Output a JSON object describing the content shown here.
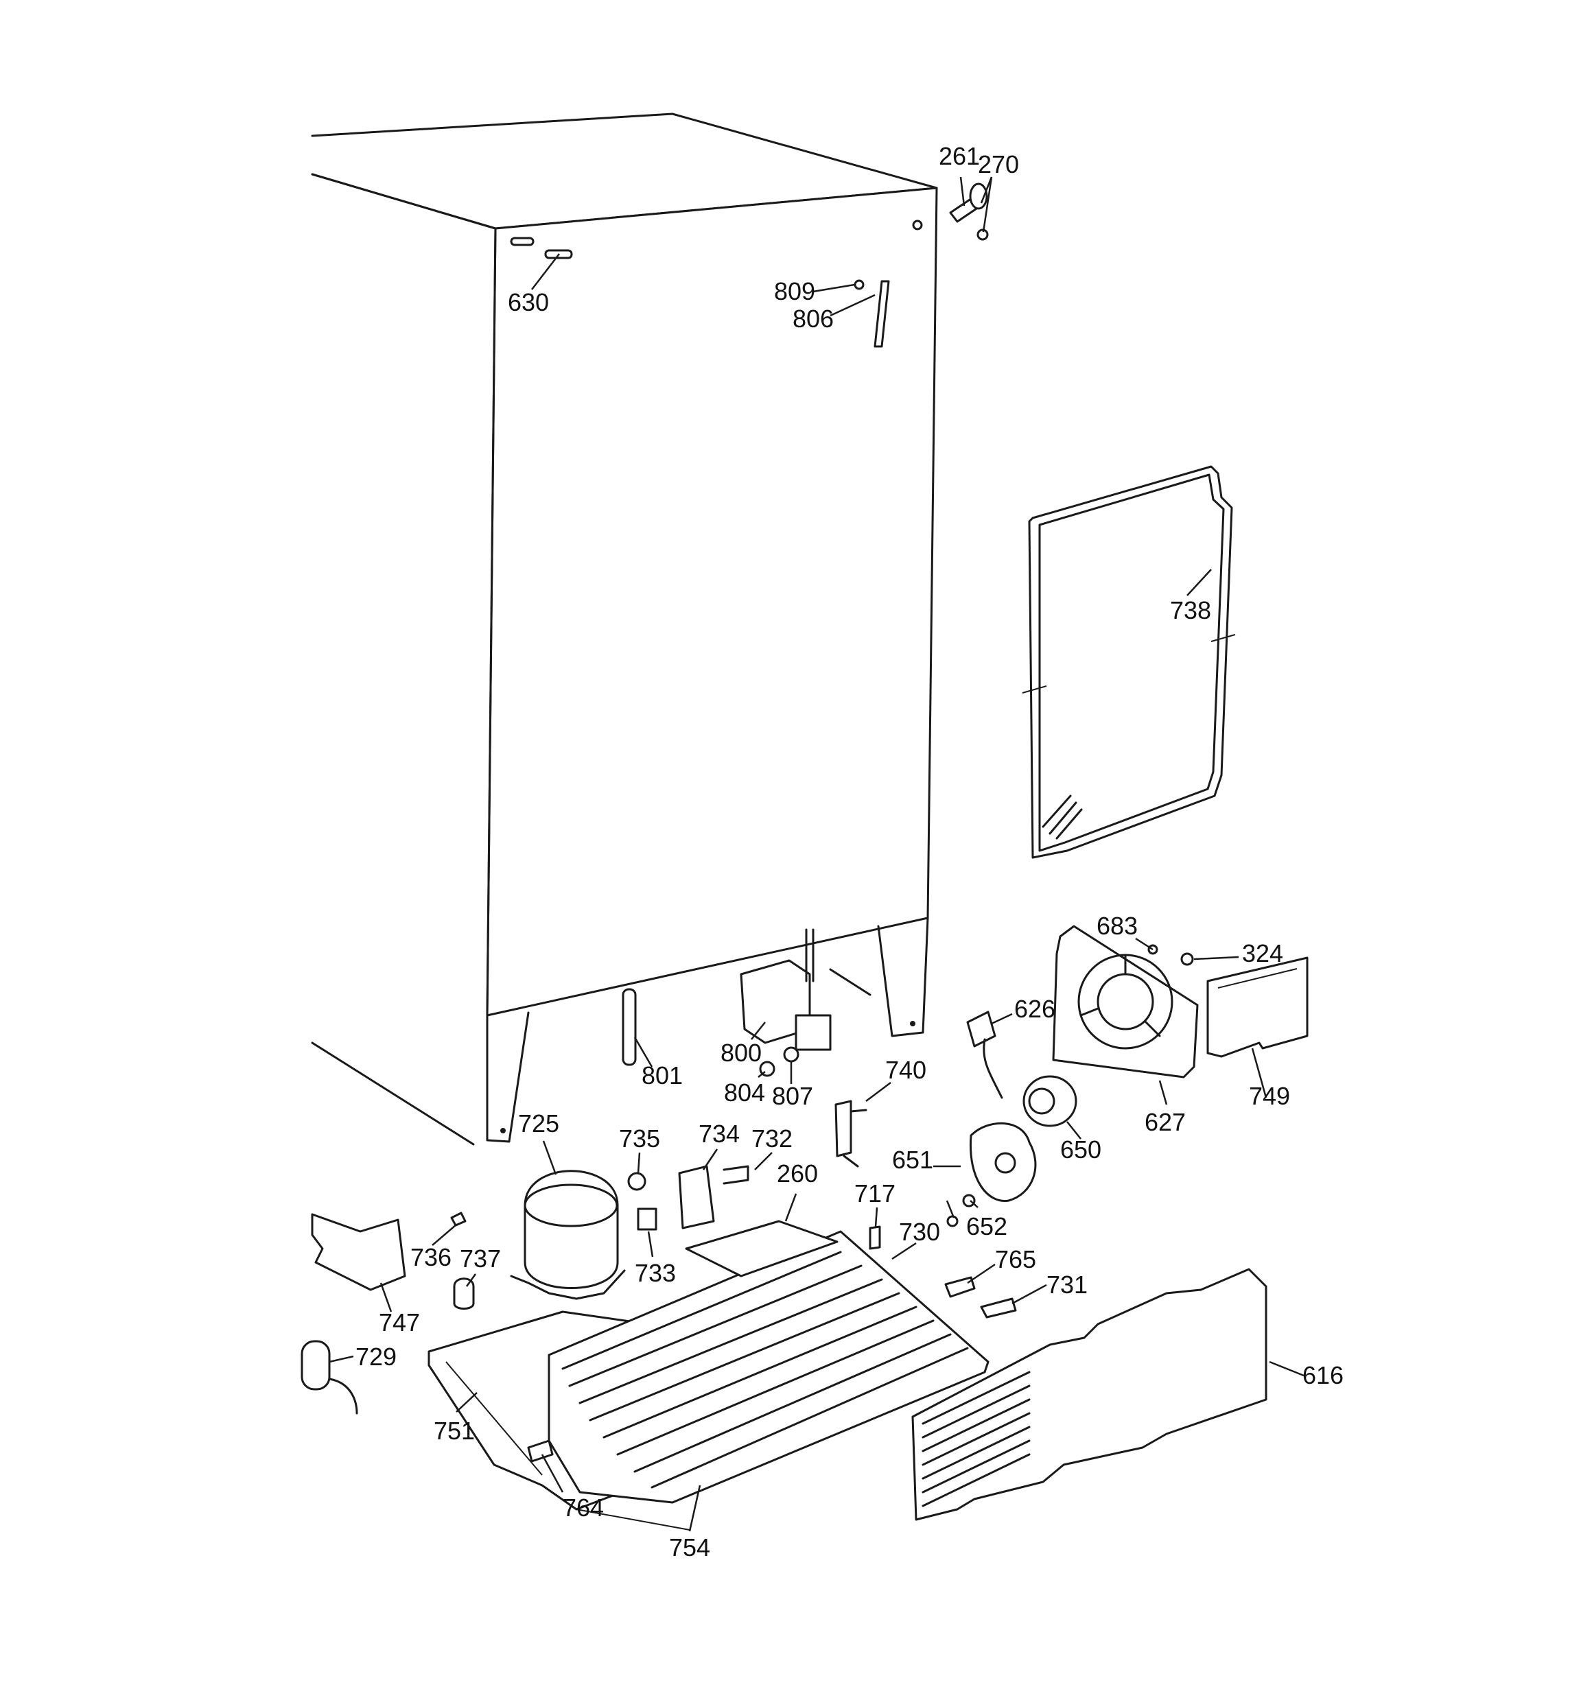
{
  "diagram": {
    "callouts": [
      {
        "id": "261",
        "label": "261"
      },
      {
        "id": "270",
        "label": "270"
      },
      {
        "id": "630",
        "label": "630"
      },
      {
        "id": "809",
        "label": "809"
      },
      {
        "id": "806",
        "label": "806"
      },
      {
        "id": "738",
        "label": "738"
      },
      {
        "id": "683",
        "label": "683"
      },
      {
        "id": "324",
        "label": "324"
      },
      {
        "id": "626",
        "label": "626"
      },
      {
        "id": "800",
        "label": "800"
      },
      {
        "id": "801",
        "label": "801"
      },
      {
        "id": "804",
        "label": "804"
      },
      {
        "id": "807",
        "label": "807"
      },
      {
        "id": "740",
        "label": "740"
      },
      {
        "id": "627",
        "label": "627"
      },
      {
        "id": "749",
        "label": "749"
      },
      {
        "id": "650",
        "label": "650"
      },
      {
        "id": "725",
        "label": "725"
      },
      {
        "id": "735",
        "label": "735"
      },
      {
        "id": "734",
        "label": "734"
      },
      {
        "id": "732",
        "label": "732"
      },
      {
        "id": "260",
        "label": "260"
      },
      {
        "id": "651",
        "label": "651"
      },
      {
        "id": "717",
        "label": "717"
      },
      {
        "id": "730",
        "label": "730"
      },
      {
        "id": "652",
        "label": "652"
      },
      {
        "id": "765",
        "label": "765"
      },
      {
        "id": "736",
        "label": "736"
      },
      {
        "id": "737",
        "label": "737"
      },
      {
        "id": "733",
        "label": "733"
      },
      {
        "id": "731",
        "label": "731"
      },
      {
        "id": "747",
        "label": "747"
      },
      {
        "id": "729",
        "label": "729"
      },
      {
        "id": "616",
        "label": "616"
      },
      {
        "id": "751",
        "label": "751"
      },
      {
        "id": "764",
        "label": "764"
      },
      {
        "id": "754",
        "label": "754"
      }
    ]
  }
}
